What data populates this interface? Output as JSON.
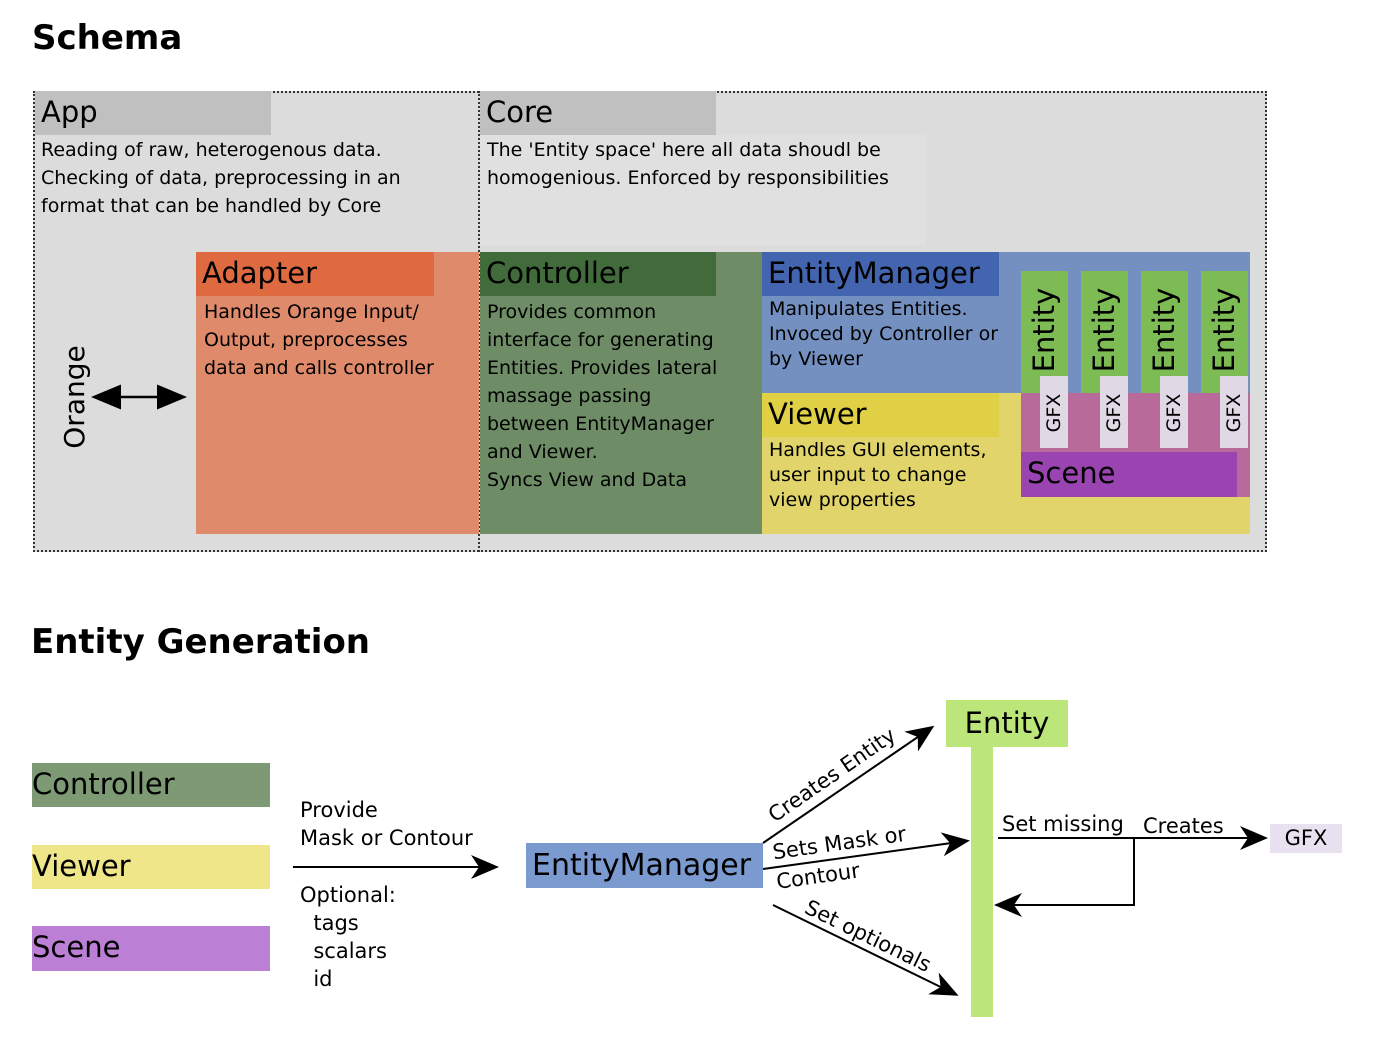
{
  "schema": {
    "title": "Schema",
    "app": {
      "label": "App",
      "desc": "Reading of raw, heterogenous data.\nChecking of data, preprocessing in an\nformat that can be handled by Core"
    },
    "core": {
      "label": "Core",
      "desc": "The 'Entity space' here all data shoudl be\nhomogenious. Enforced by responsibilities"
    },
    "orange": {
      "label": "Orange"
    },
    "adapter": {
      "label": "Adapter",
      "desc": "Handles Orange Input/\nOutput, preprocesses\ndata and calls controller"
    },
    "controller": {
      "label": "Controller",
      "desc": "Provides common\ninterface for generating\nEntities. Provides lateral\nmassage passing\nbetween EntityManager\nand Viewer.\nSyncs View and Data"
    },
    "entity_manager": {
      "label": "EntityManager",
      "desc": "Manipulates Entities.\nInvoced by Controller or\nby Viewer"
    },
    "viewer": {
      "label": "Viewer",
      "desc": "Handles GUI elements,\nuser input to change\nview properties"
    },
    "scene": {
      "label": "Scene"
    },
    "entities": [
      {
        "entity_label": "Entity",
        "gfx_label": "GFX"
      },
      {
        "entity_label": "Entity",
        "gfx_label": "GFX"
      },
      {
        "entity_label": "Entity",
        "gfx_label": "GFX"
      },
      {
        "entity_label": "Entity",
        "gfx_label": "GFX"
      }
    ]
  },
  "generation": {
    "title": "Entity Generation",
    "legend": [
      {
        "label": "Controller",
        "color": "#7d9a74"
      },
      {
        "label": "Viewer",
        "color": "#efe68a"
      },
      {
        "label": "Scene",
        "color": "#bb7fd6"
      }
    ],
    "provide_text": "Provide\nMask or Contour",
    "optional_text": "Optional:\n  tags\n  scalars\n  id",
    "entity_manager_label": "EntityManager",
    "entity_label": "Entity",
    "gfx_label": "GFX",
    "arrows": {
      "creates_entity": "Creates Entity",
      "sets_mask_line1": "Sets Mask or",
      "sets_mask_line2": "Contour",
      "set_optionals": "Set optionals",
      "set_missing": "Set missing",
      "creates": "Creates"
    }
  },
  "colors": {
    "container_gray": "#dcdcdc",
    "header_gray": "#c0c0c0",
    "adapter_light": "#e08a6c",
    "adapter_dark": "#e06a40",
    "controller_light": "#6e8c66",
    "controller_dark": "#426b3c",
    "entity_manager_light": "#7390c0",
    "entity_manager_dark": "#4365b0",
    "viewer_light": "#e0d46a",
    "viewer_dark": "#e0d045",
    "scene_pink": "#b86a9a",
    "scene_dark": "#9944b0",
    "entity_green": "#7dbb55",
    "gfx_bg": "#e0d8e4",
    "gen_entity_manager": "#7a9ad0",
    "gen_entity_green": "#bde67a",
    "gen_gfx": "#e8e2f0"
  }
}
